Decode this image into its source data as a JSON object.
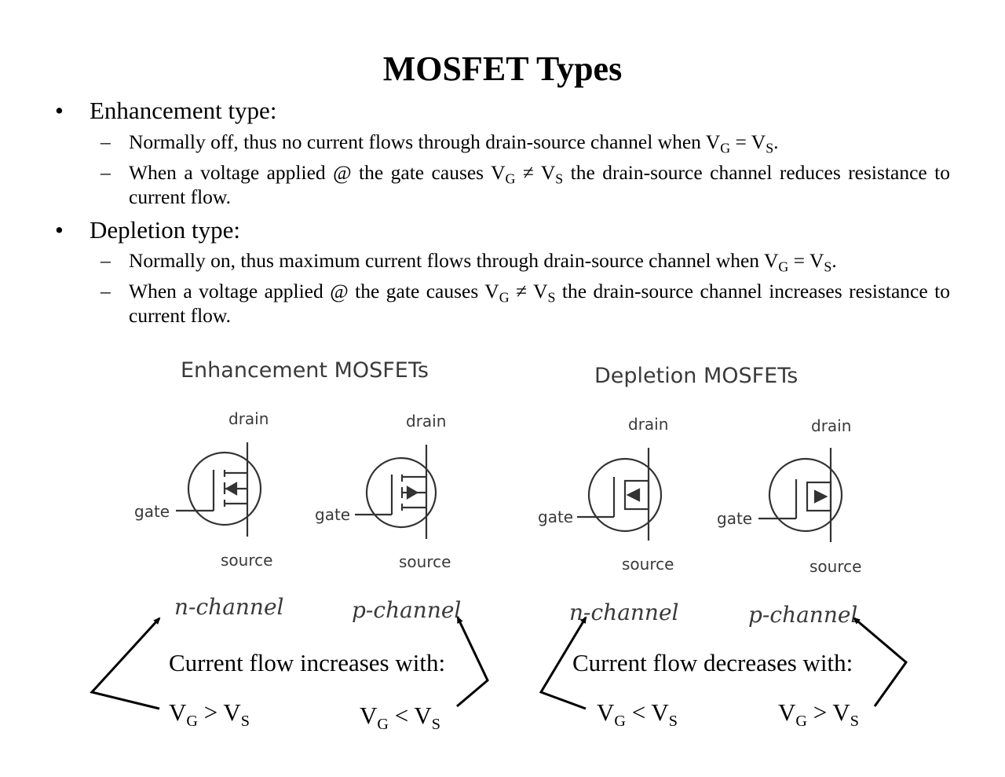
{
  "title": "MOSFET Types",
  "bullets": [
    {
      "heading": "Enhancement type:",
      "items": [
        {
          "pre": "Normally off, thus no current flows through drain-source channel when V",
          "s1": "G",
          "mid": " = V",
          "s2": "S",
          "post": "."
        },
        {
          "pre": "When a voltage applied @ the gate causes V",
          "s1": "G",
          "mid": " ≠ V",
          "s2": "S",
          "post": " the drain-source channel reduces resistance to current flow."
        }
      ]
    },
    {
      "heading": "Depletion type:",
      "items": [
        {
          "pre": "Normally on, thus maximum current flows through drain-source channel when V",
          "s1": "G",
          "mid": " = V",
          "s2": "S",
          "post": "."
        },
        {
          "pre": "When a voltage applied @ the gate causes V",
          "s1": "G",
          "mid": " ≠ V",
          "s2": "S",
          "post": " the drain-source channel increases resistance to current flow."
        }
      ]
    }
  ],
  "diagram": {
    "enh_title": "Enhancement MOSFETs",
    "dep_title": "Depletion MOSFETs",
    "drain": "drain",
    "gate": "gate",
    "source": "source",
    "n_channel": "n-channel",
    "p_channel": "p-channel"
  },
  "flow": {
    "increase": "Current flow increases with:",
    "decrease": "Current flow decreases with:",
    "v": "V",
    "g": "G",
    "s": "S",
    "gt": " > ",
    "lt": " < "
  }
}
